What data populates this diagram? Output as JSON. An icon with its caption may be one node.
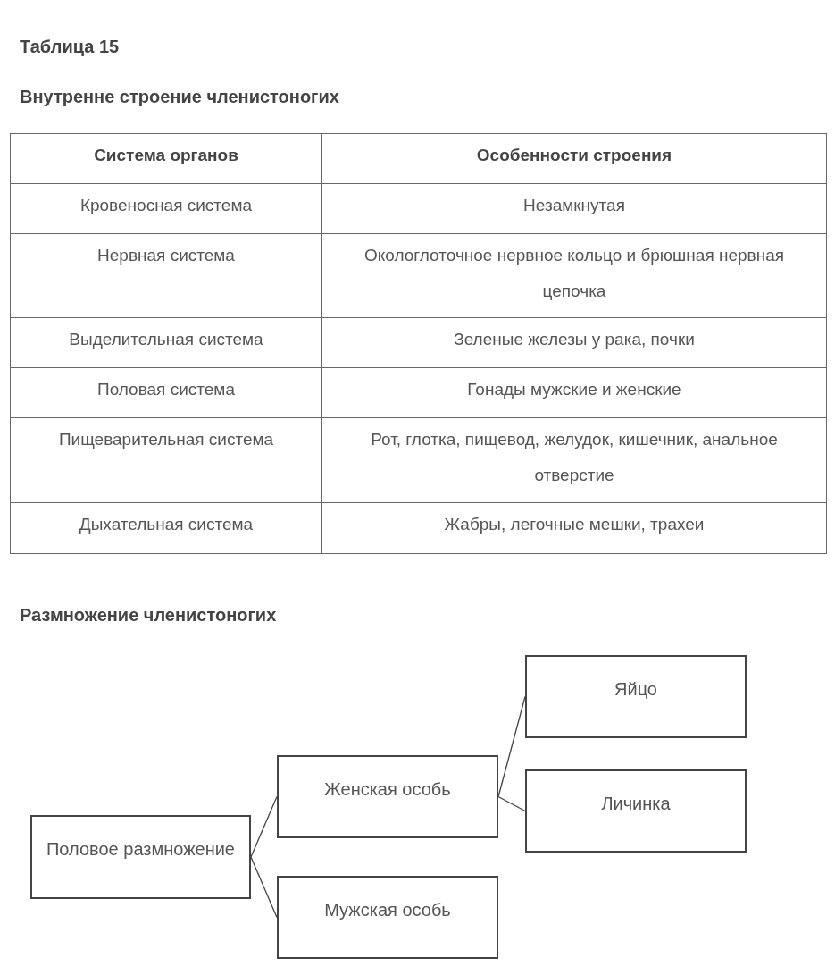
{
  "diagram": {
    "title": "Таблица 15",
    "nodes": [
      {
        "text": [
          "Половое размножение"
        ]
      },
      {
        "text": [
          "Женская особь"
        ]
      },
      {
        "text": [
          "Мужская особь"
        ]
      },
      {
        "text": [
          "Яйцо"
        ]
      },
      {
        "text": [
          "Личинка"
        ]
      }
    ],
    "edges": [
      {
        "from": 0,
        "to": 1,
        "arrow": "none"
      },
      {
        "from": 0,
        "to": 2,
        "arrow": "none"
      },
      {
        "from": 1,
        "to": 3,
        "arrow": "none"
      },
      {
        "from": 1,
        "to": 4,
        "arrow": "none"
      }
    ],
    "labels": [
      "Внутренне строение членистоногих",
      "Система органов",
      "Особенности строения",
      "Кровеносная система",
      "Незамкнутая",
      "Нервная система",
      "Окологлоточное нервное кольцо и брюшная нервная цепочка",
      "Выделительная система",
      "Зеленые железы у рака, почки",
      "Половая система",
      "Гонады мужские и женские",
      "Пищеварительная система",
      "Рот, глотка, пищевод, желудок, кишечник, анальное отверстие",
      "Дыхательная система",
      "Жабры, легочные мешки, трахеи",
      "Размножение членистоногих"
    ]
  }
}
